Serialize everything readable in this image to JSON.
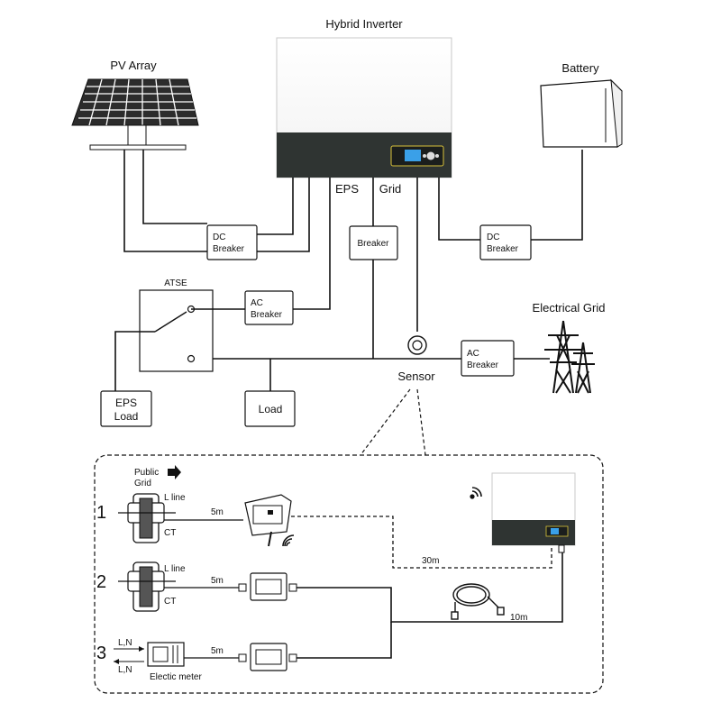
{
  "diagram": {
    "titles": {
      "inverter": "Hybrid Inverter",
      "pv": "PV Array",
      "battery": "Battery",
      "grid": "Electrical Grid",
      "sensor": "Sensor"
    },
    "ports": {
      "eps": "EPS",
      "grid": "Grid"
    },
    "boxes": {
      "dc_breaker_pv": [
        "DC",
        "Breaker"
      ],
      "dc_breaker_batt": [
        "DC",
        "Breaker"
      ],
      "breaker": "Breaker",
      "ac_breaker_eps": [
        "AC",
        "Breaker"
      ],
      "ac_breaker_grid": [
        "AC",
        "Breaker"
      ],
      "atse": "ATSE",
      "eps_load": [
        "EPS",
        "Load"
      ],
      "load": "Load"
    },
    "detail": {
      "public_grid": [
        "Public",
        "Grid"
      ],
      "rows": [
        {
          "num": "1",
          "line": "L line",
          "ct": "CT",
          "dist": "5m"
        },
        {
          "num": "2",
          "line": "L line",
          "ct": "CT",
          "dist": "5m"
        },
        {
          "num": "3",
          "ln_top": "L,N",
          "ln_bottom": "L,N",
          "meter": "Electic meter",
          "dist": "5m"
        }
      ],
      "dist_30m": "30m",
      "dist_10m": "10m"
    }
  }
}
